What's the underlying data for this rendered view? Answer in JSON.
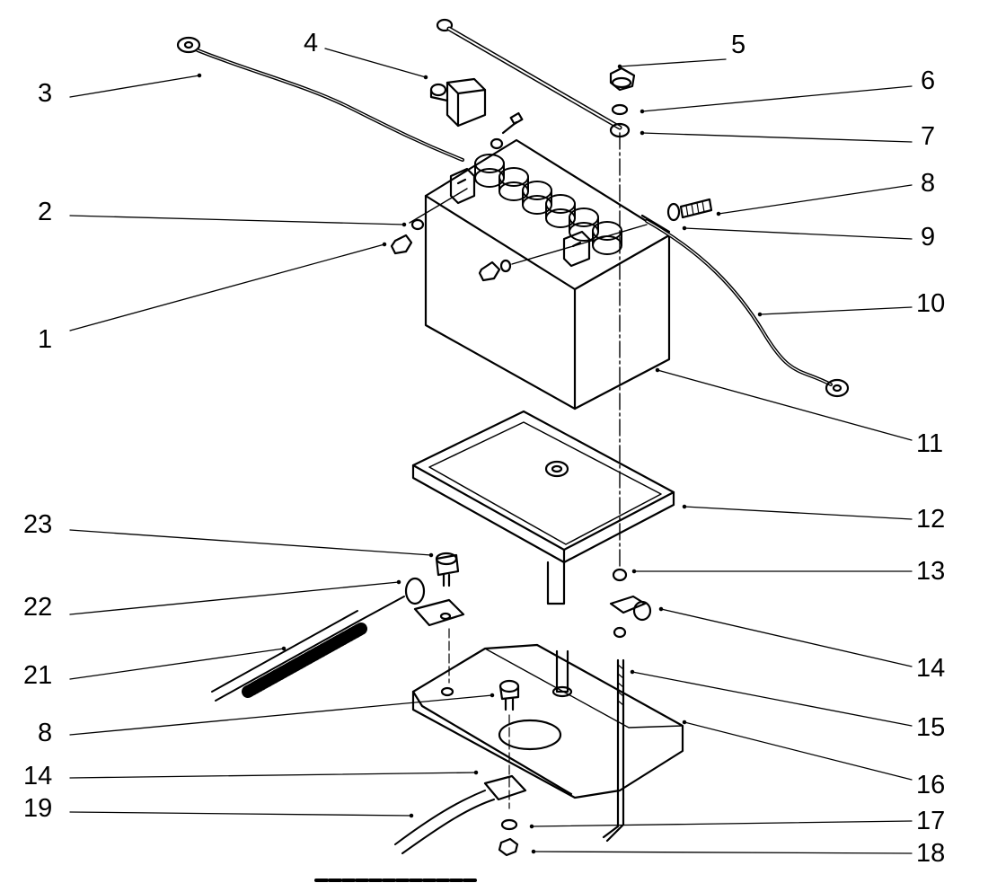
{
  "diagram": {
    "callouts_left": [
      {
        "id": "3",
        "text": "3"
      },
      {
        "id": "2",
        "text": "2"
      },
      {
        "id": "1",
        "text": "1"
      },
      {
        "id": "23",
        "text": "23"
      },
      {
        "id": "22",
        "text": "22"
      },
      {
        "id": "21",
        "text": "21"
      },
      {
        "id": "8b",
        "text": "8"
      },
      {
        "id": "14b",
        "text": "14"
      },
      {
        "id": "19",
        "text": "19"
      }
    ],
    "callouts_top": [
      {
        "id": "4",
        "text": "4"
      },
      {
        "id": "5",
        "text": "5"
      }
    ],
    "callouts_right": [
      {
        "id": "6",
        "text": "6"
      },
      {
        "id": "7",
        "text": "7"
      },
      {
        "id": "8a",
        "text": "8"
      },
      {
        "id": "9",
        "text": "9"
      },
      {
        "id": "10",
        "text": "10"
      },
      {
        "id": "11",
        "text": "11"
      },
      {
        "id": "12",
        "text": "12"
      },
      {
        "id": "13",
        "text": "13"
      },
      {
        "id": "14a",
        "text": "14"
      },
      {
        "id": "15",
        "text": "15"
      },
      {
        "id": "16",
        "text": "16"
      },
      {
        "id": "17",
        "text": "17"
      },
      {
        "id": "18",
        "text": "18"
      }
    ]
  }
}
